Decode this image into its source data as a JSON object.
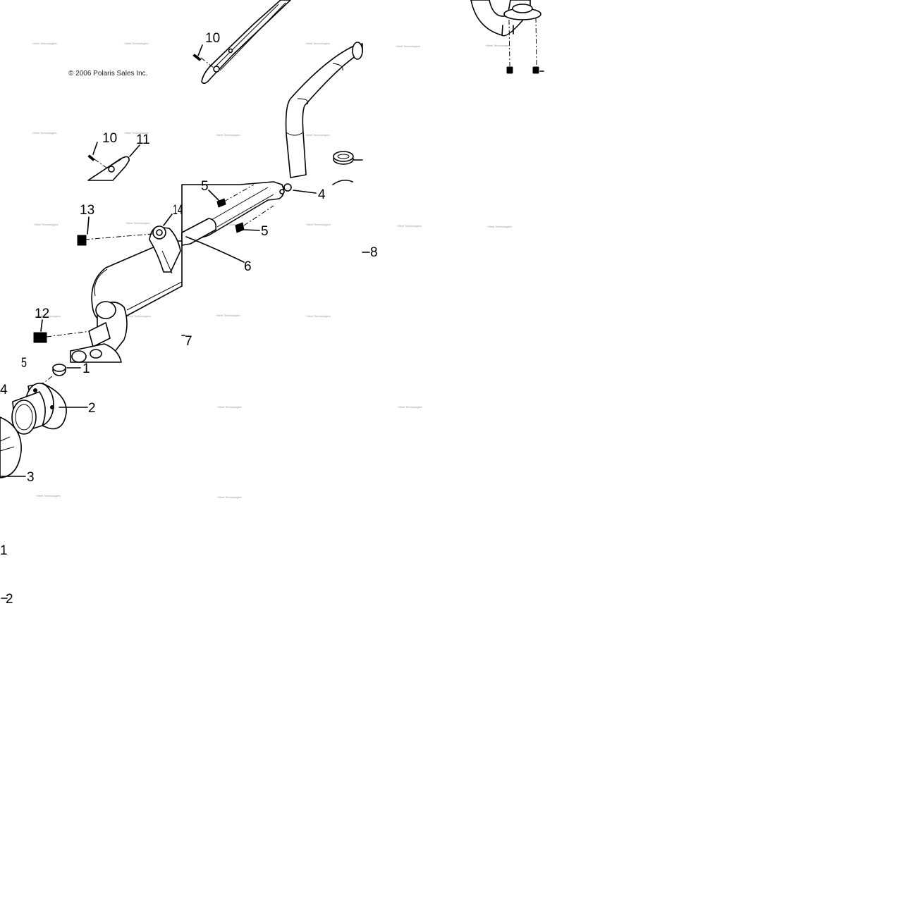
{
  "diagram": {
    "copyright": "© 2006 Polaris Sales Inc.",
    "watermark": "~Meet Technologies",
    "callouts": {
      "c10a": "10",
      "c10b": "10",
      "c11": "11",
      "c5a": "5",
      "c4a": "4",
      "c5b": "5",
      "c13": "13",
      "c14": "14",
      "c6": "6",
      "c8": "8",
      "c12": "12",
      "c7": "7",
      "c5c": "5",
      "c1a": "1",
      "c4b": "4",
      "c2a": "2",
      "c3": "3",
      "c1b": "1",
      "c2b": "2"
    }
  }
}
